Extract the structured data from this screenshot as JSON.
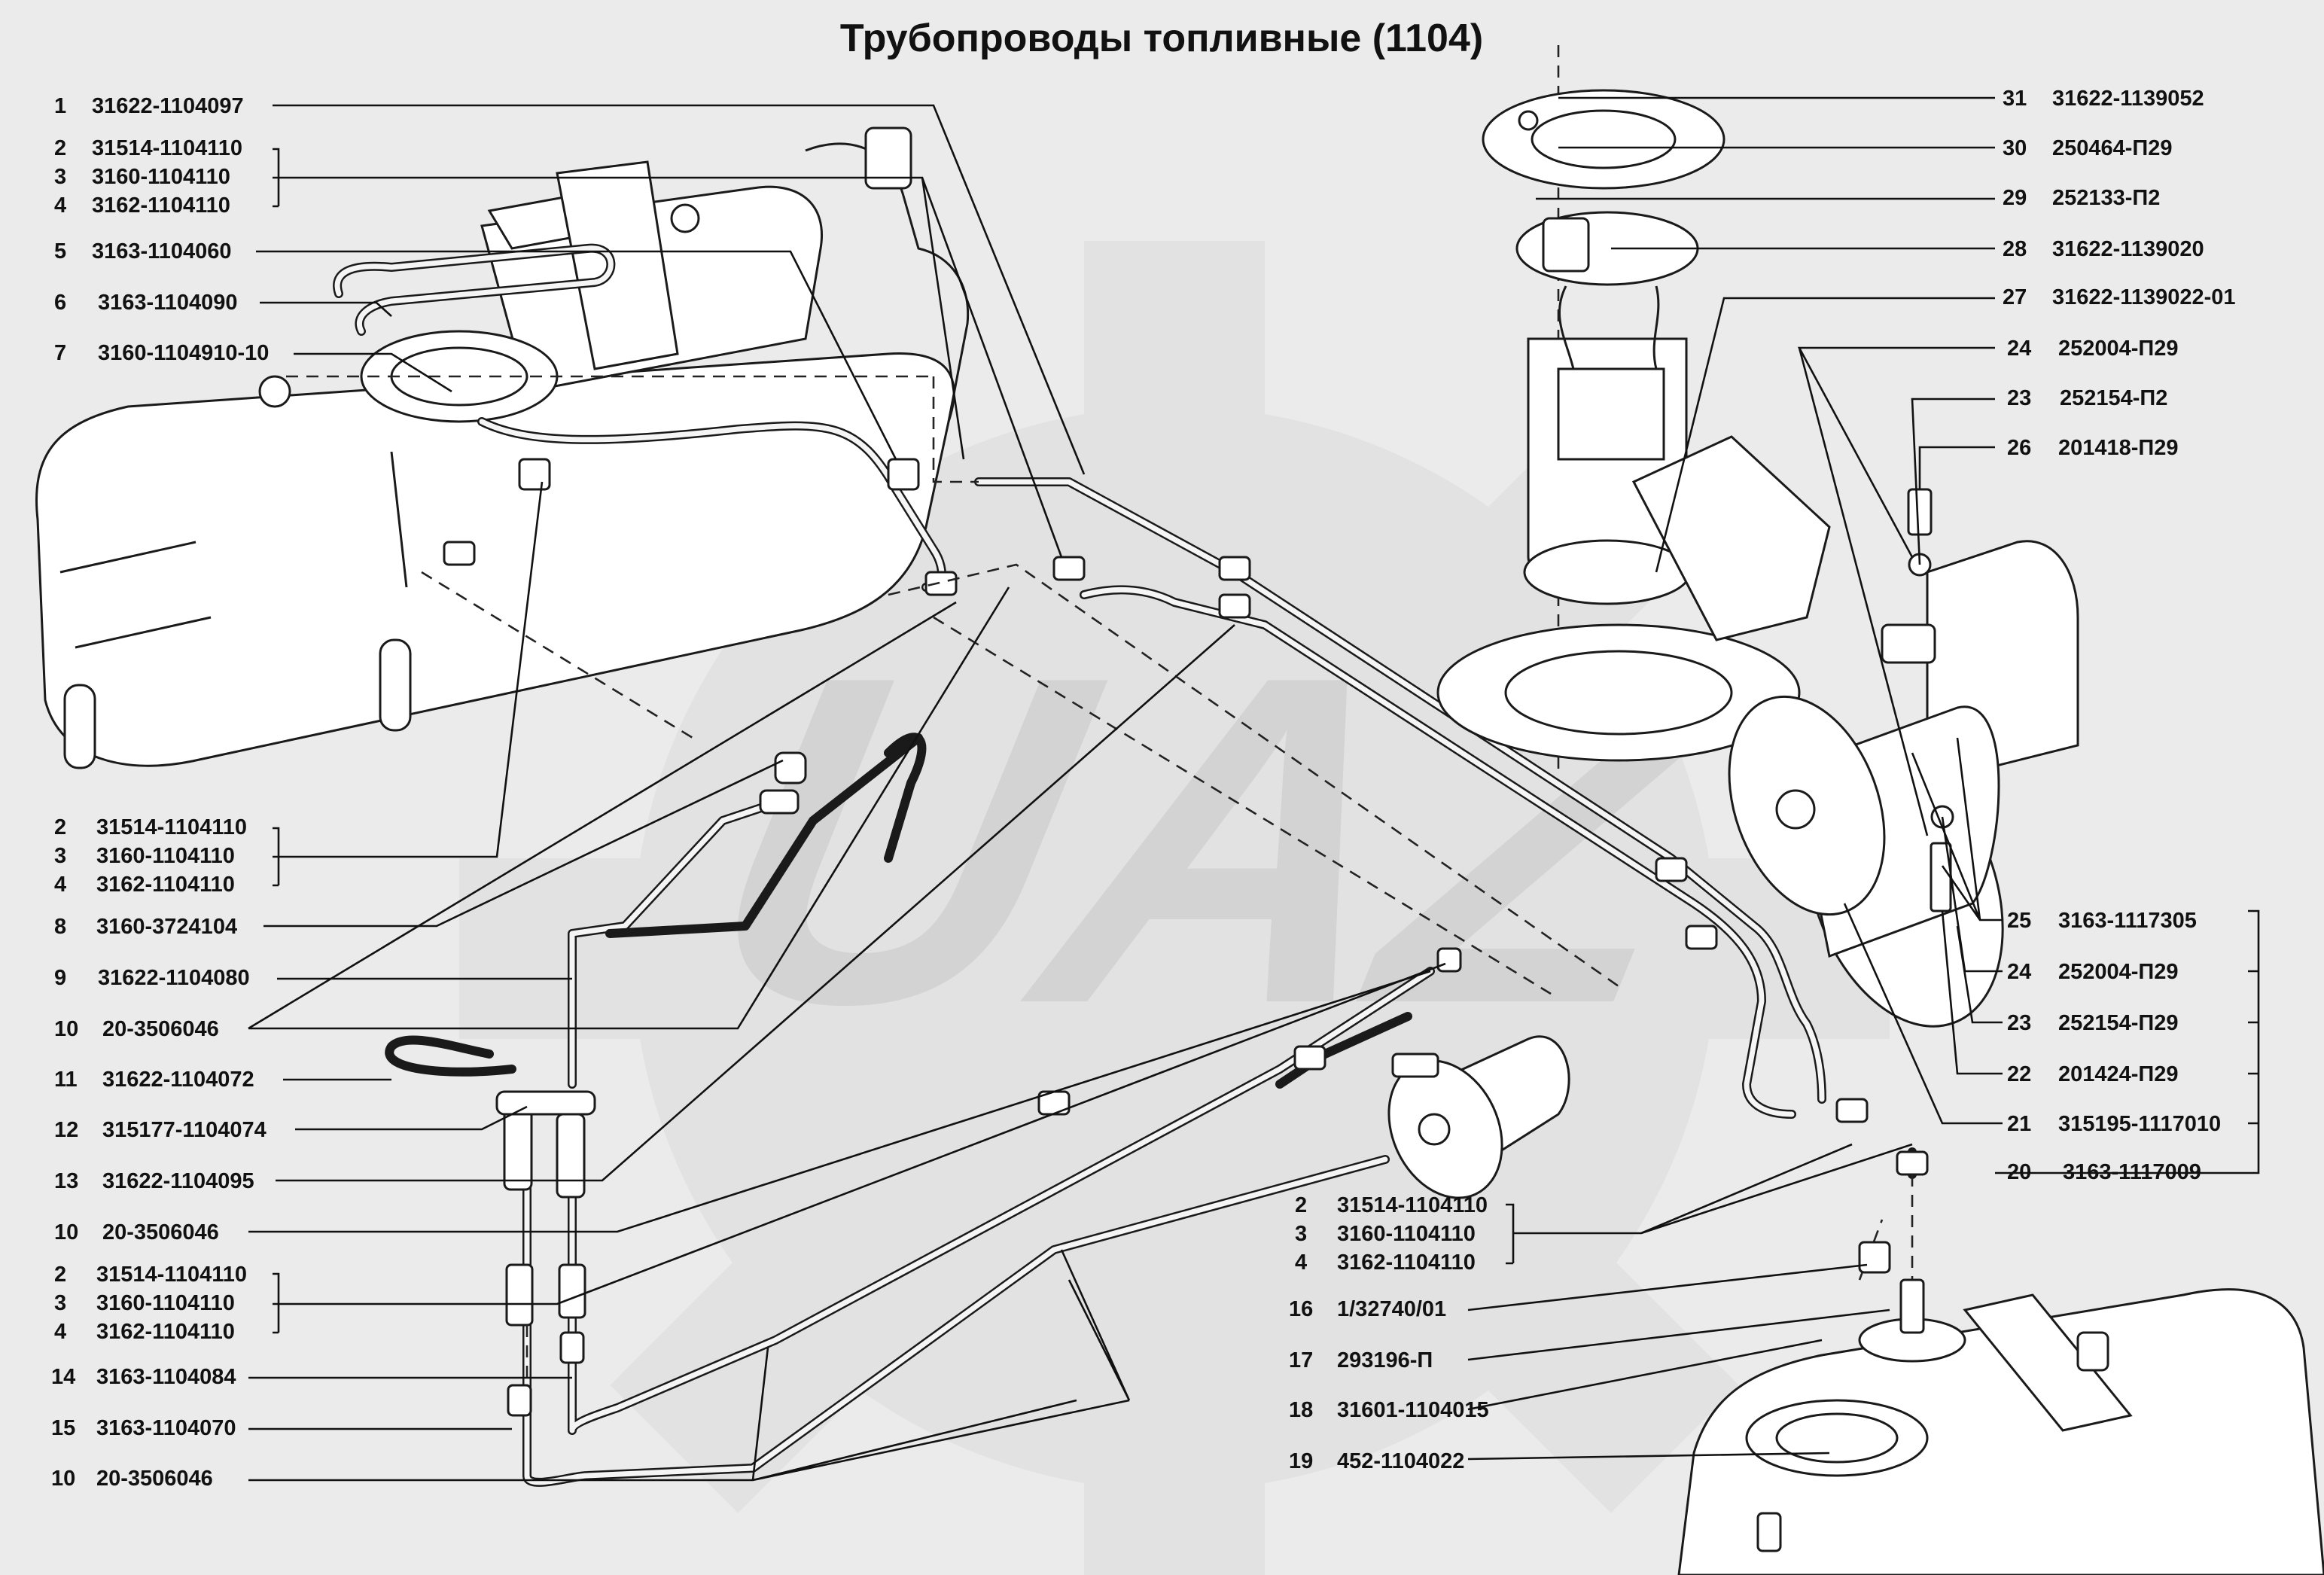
{
  "title": "Трубопроводы топливные (1104)",
  "callouts_left": [
    {
      "num": "1",
      "code": "31622-1104097"
    },
    {
      "num": "2",
      "code": "31514-1104110"
    },
    {
      "num": "3",
      "code": "3160-1104110"
    },
    {
      "num": "4",
      "code": "3162-1104110"
    },
    {
      "num": "5",
      "code": "3163-1104060"
    },
    {
      "num": "6",
      "code": "3163-1104090"
    },
    {
      "num": "7",
      "code": "3160-1104910-10"
    },
    {
      "num": "2",
      "code": "31514-1104110"
    },
    {
      "num": "3",
      "code": "3160-1104110"
    },
    {
      "num": "4",
      "code": "3162-1104110"
    },
    {
      "num": "8",
      "code": "3160-3724104"
    },
    {
      "num": "9",
      "code": "31622-1104080"
    },
    {
      "num": "10",
      "code": "20-3506046"
    },
    {
      "num": "11",
      "code": "31622-1104072"
    },
    {
      "num": "12",
      "code": "315177-1104074"
    },
    {
      "num": "13",
      "code": "31622-1104095"
    },
    {
      "num": "10",
      "code": "20-3506046"
    },
    {
      "num": "2",
      "code": "31514-1104110"
    },
    {
      "num": "3",
      "code": "3160-1104110"
    },
    {
      "num": "4",
      "code": "3162-1104110"
    },
    {
      "num": "14",
      "code": "3163-1104084"
    },
    {
      "num": "15",
      "code": "3163-1104070"
    },
    {
      "num": "10",
      "code": "20-3506046"
    }
  ],
  "callouts_right_top": [
    {
      "num": "31",
      "code": "31622-1139052"
    },
    {
      "num": "30",
      "code": "250464-П29"
    },
    {
      "num": "29",
      "code": "252133-П2"
    },
    {
      "num": "28",
      "code": "31622-1139020"
    },
    {
      "num": "27",
      "code": "31622-1139022-01"
    },
    {
      "num": "24",
      "code": "252004-П29"
    },
    {
      "num": "23",
      "code": "252154-П2"
    },
    {
      "num": "26",
      "code": "201418-П29"
    }
  ],
  "callouts_right_mid": [
    {
      "num": "25",
      "code": "3163-1117305"
    },
    {
      "num": "24",
      "code": "252004-П29"
    },
    {
      "num": "23",
      "code": "252154-П29"
    },
    {
      "num": "22",
      "code": "201424-П29"
    },
    {
      "num": "21",
      "code": "315195-1117010"
    },
    {
      "num": "20",
      "code": "3163-1117009"
    }
  ],
  "callouts_bottom_mid": [
    {
      "num": "2",
      "code": "31514-1104110"
    },
    {
      "num": "3",
      "code": "3160-1104110"
    },
    {
      "num": "4",
      "code": "3162-1104110"
    },
    {
      "num": "16",
      "code": "1/32740/01"
    },
    {
      "num": "17",
      "code": "293196-П"
    },
    {
      "num": "18",
      "code": "31601-1104015"
    },
    {
      "num": "19",
      "code": "452-1104022"
    }
  ],
  "watermark": {
    "text": "UAZ",
    "color": "#d3d3d3"
  },
  "colors": {
    "background": "#ebebeb",
    "ink": "#111111",
    "part_fill": "#ffffff"
  }
}
